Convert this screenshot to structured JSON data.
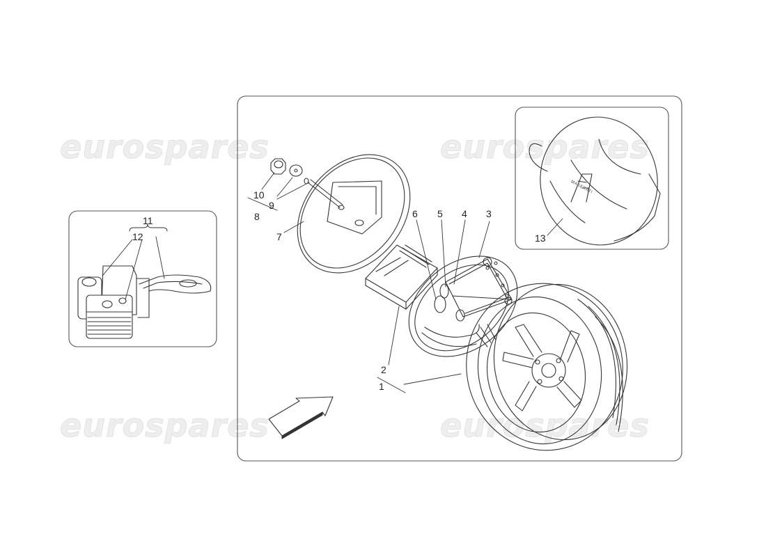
{
  "watermark": {
    "text": "eurospares"
  },
  "callouts": [
    {
      "id": "1",
      "label": "1"
    },
    {
      "id": "2",
      "label": "2"
    },
    {
      "id": "3",
      "label": "3"
    },
    {
      "id": "4",
      "label": "4"
    },
    {
      "id": "5",
      "label": "5"
    },
    {
      "id": "6",
      "label": "6"
    },
    {
      "id": "7",
      "label": "7"
    },
    {
      "id": "8",
      "label": "8"
    },
    {
      "id": "9",
      "label": "9"
    },
    {
      "id": "10",
      "label": "10"
    },
    {
      "id": "11",
      "label": "11"
    },
    {
      "id": "12",
      "label": "12"
    },
    {
      "id": "13",
      "label": "13"
    }
  ],
  "bag_logo": {
    "text": "MASERATI"
  },
  "colors": {
    "line": "#333333",
    "frame": "#555555",
    "watermark": "#e6e6e6"
  }
}
